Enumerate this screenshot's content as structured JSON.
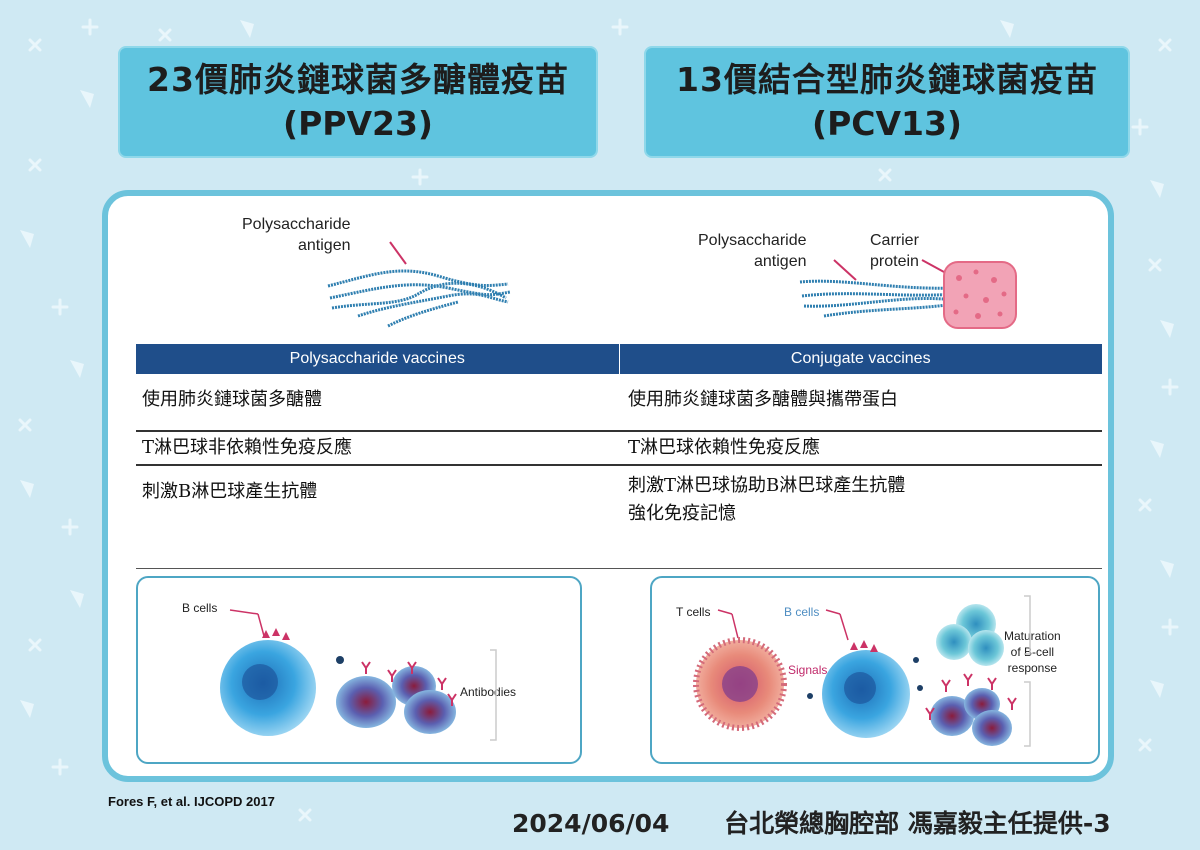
{
  "titles": {
    "left": {
      "line1": "23價肺炎鏈球菌多醣體疫苗",
      "line2": "(PPV23)"
    },
    "right": {
      "line1": "13價結合型肺炎鏈球菌疫苗",
      "line2": "(PCV13)"
    }
  },
  "diagram_left": {
    "label_line1": "Polysaccharide",
    "label_line2": "antigen"
  },
  "diagram_right": {
    "label_a_line1": "Polysaccharide",
    "label_a_line2": "antigen",
    "label_b_line1": "Carrier",
    "label_b_line2": "protein"
  },
  "table": {
    "headers": [
      "Polysaccharide vaccines",
      "Conjugate vaccines"
    ],
    "rows": [
      [
        "使用肺炎鏈球菌多醣體",
        "使用肺炎鏈球菌多醣體與攜帶蛋白"
      ],
      [
        "T淋巴球非依賴性免疫反應",
        "T淋巴球依賴性免疫反應"
      ],
      [
        "刺激B淋巴球產生抗體",
        "刺激T淋巴球協助B淋巴球產生抗體"
      ]
    ],
    "row3_right_line2": "強化免疫記憶"
  },
  "bio_left": {
    "b_cells": "B cells",
    "antibodies": "Antibodies"
  },
  "bio_right": {
    "t_cells": "T cells",
    "b_cells": "B cells",
    "signals": "Signals",
    "maturation_line1": "Maturation",
    "maturation_line2": "of B-cell",
    "maturation_line3": "response"
  },
  "footer": {
    "reference": "Fores F, et al. IJCOPD 2017",
    "date": "2024/06/04",
    "credit": "台北榮總胸腔部 馮嘉毅主任提供-3"
  },
  "colors": {
    "background": "#cfe9f3",
    "title_box": "#5fc4df",
    "card_border": "#6cc3dc",
    "table_header": "#1f4e8a",
    "strand": "#2f7fb0",
    "protein": "#e46a86",
    "antigen_marker": "#cc3366"
  }
}
